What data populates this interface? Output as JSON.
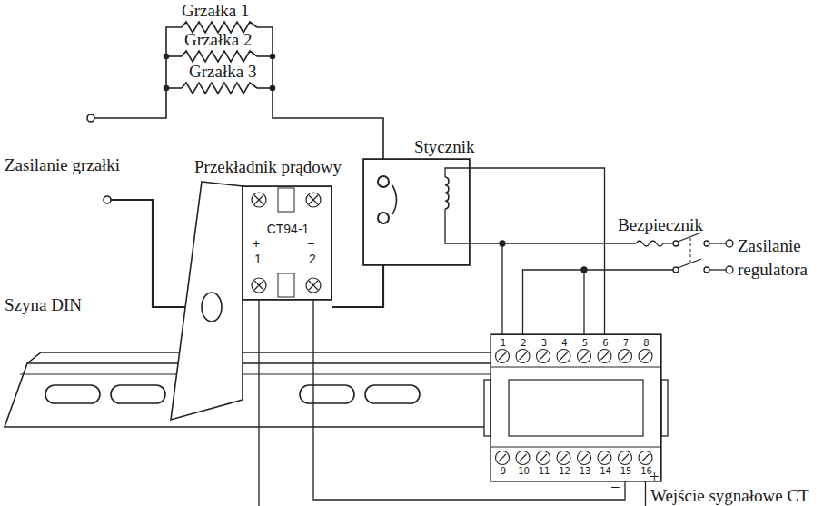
{
  "diagram": {
    "nodes": [
      {
        "text": [
          "Stycznik"
        ]
      },
      {
        "text": [
          "Przekładnik prądowy",
          "CT94-1",
          "+",
          "1",
          "−",
          "2"
        ]
      },
      {
        "text": [
          "1",
          "2",
          "3",
          "4",
          "5",
          "6",
          "7",
          "8",
          "9",
          "10",
          "11",
          "12",
          "13",
          "14",
          "15",
          "16"
        ]
      }
    ],
    "edges": [
      {
        "from": 0,
        "to": 2,
        "arrow": "none"
      },
      {
        "from": 0,
        "to": 2,
        "arrow": "none"
      },
      {
        "from": 1,
        "to": 2,
        "arrow": "none"
      }
    ],
    "labels": [
      "Grzałka 1",
      "Grzałka 2",
      "Grzałka 3",
      "Zasilanie grzałki",
      "Bezpiecznik",
      "Zasilanie regulatora",
      "Szyna DIN",
      "−",
      "+",
      "Wejście sygnałowe CT"
    ]
  }
}
